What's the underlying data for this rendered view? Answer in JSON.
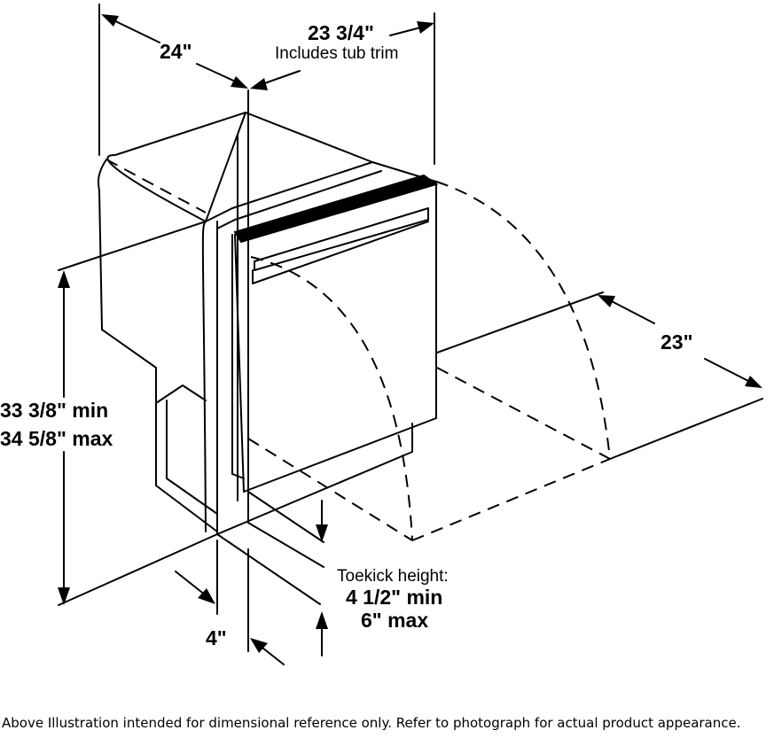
{
  "dimensions": {
    "depth": "24\"",
    "width": "23 3/4\"",
    "width_note": "Includes tub trim",
    "door_swing": "23\"",
    "height_min": "33 3/8\" min",
    "height_max": "34 5/8\" max",
    "setback": "4\"",
    "toekick_label": "Toekick height:",
    "toekick_min": "4 1/2\" min",
    "toekick_max": "6\" max"
  },
  "caption": "Above Illustration intended for dimensional reference only. Refer to photograph for actual product appearance.",
  "colors": {
    "ink": "#000000",
    "background": "#ffffff"
  }
}
